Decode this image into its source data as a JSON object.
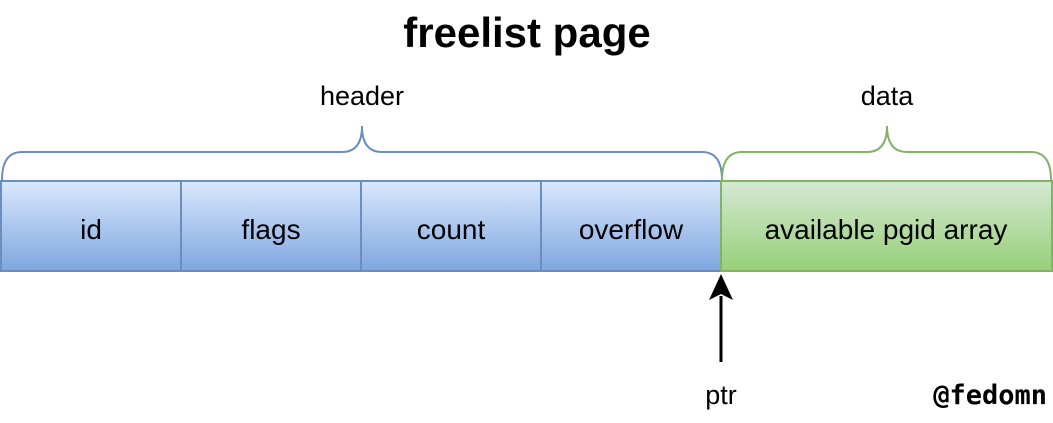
{
  "title": "freelist page",
  "brace_labels": {
    "header": "header",
    "data": "data"
  },
  "header_cells": [
    "id",
    "flags",
    "count",
    "overflow"
  ],
  "data_cell": "available pgid array",
  "pointer_label": "ptr",
  "signature": "@fedomn",
  "colors": {
    "header_fill_top": "#dae8fc",
    "header_fill_bottom": "#7ea6e0",
    "header_stroke": "#6c8ebf",
    "data_fill_top": "#d5e8d4",
    "data_fill_bottom": "#97d077",
    "data_stroke": "#82b366",
    "arrow": "#000000"
  }
}
